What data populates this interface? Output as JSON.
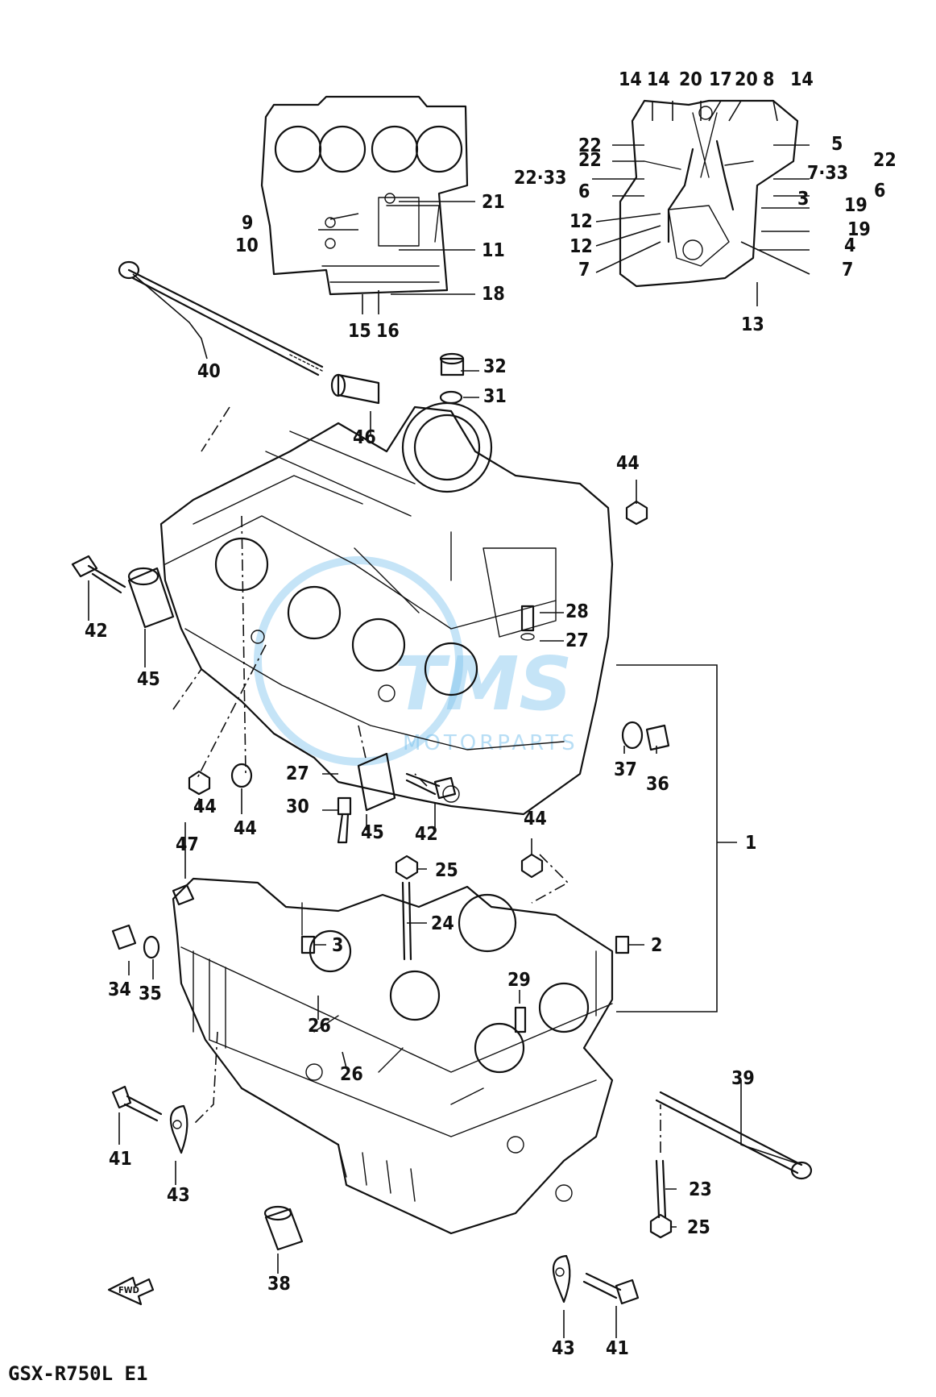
{
  "diagram": {
    "model_code": "GSX-R750L E1",
    "front_marker": "FWD",
    "watermark": {
      "brand": "TMS",
      "sub": "MOTORPARTS"
    },
    "labels": {
      "l1": "1",
      "l2": "2",
      "l3": "3",
      "l3b": "3",
      "l34": "34",
      "l35": "35",
      "l4": "4",
      "l5": "5",
      "l6a": "6",
      "l6b": "6",
      "l7a": "7",
      "l7b": "7",
      "l7_33": "7·33",
      "l8": "8",
      "l9": "9",
      "l10": "10",
      "l11": "11",
      "l12a": "12",
      "l12b": "12",
      "l13": "13",
      "l14a": "14",
      "l14b": "14",
      "l14c": "14",
      "l15": "15",
      "l16": "16",
      "l17": "17",
      "l18": "18",
      "l19a": "19",
      "l19b": "19",
      "l20a": "20",
      "l20b": "20",
      "l21": "21",
      "l22a": "22",
      "l22b": "22",
      "l22c": "22",
      "l22_33": "22·33",
      "l23": "23",
      "l24": "24",
      "l25a": "25",
      "l25b": "25",
      "l26a": "26",
      "l26b": "26",
      "l27a": "27",
      "l27b": "27",
      "l28": "28",
      "l29": "29",
      "l30": "30",
      "l31": "31",
      "l32": "32",
      "l36": "36",
      "l37": "37",
      "l38": "38",
      "l39": "39",
      "l40": "40",
      "l41a": "41",
      "l41b": "41",
      "l42a": "42",
      "l42b": "42",
      "l43a": "43",
      "l43b": "43",
      "l44a": "44",
      "l44b": "44",
      "l44c": "44",
      "l44d": "44",
      "l45a": "45",
      "l45b": "45",
      "l46": "46",
      "l47": "47"
    }
  }
}
